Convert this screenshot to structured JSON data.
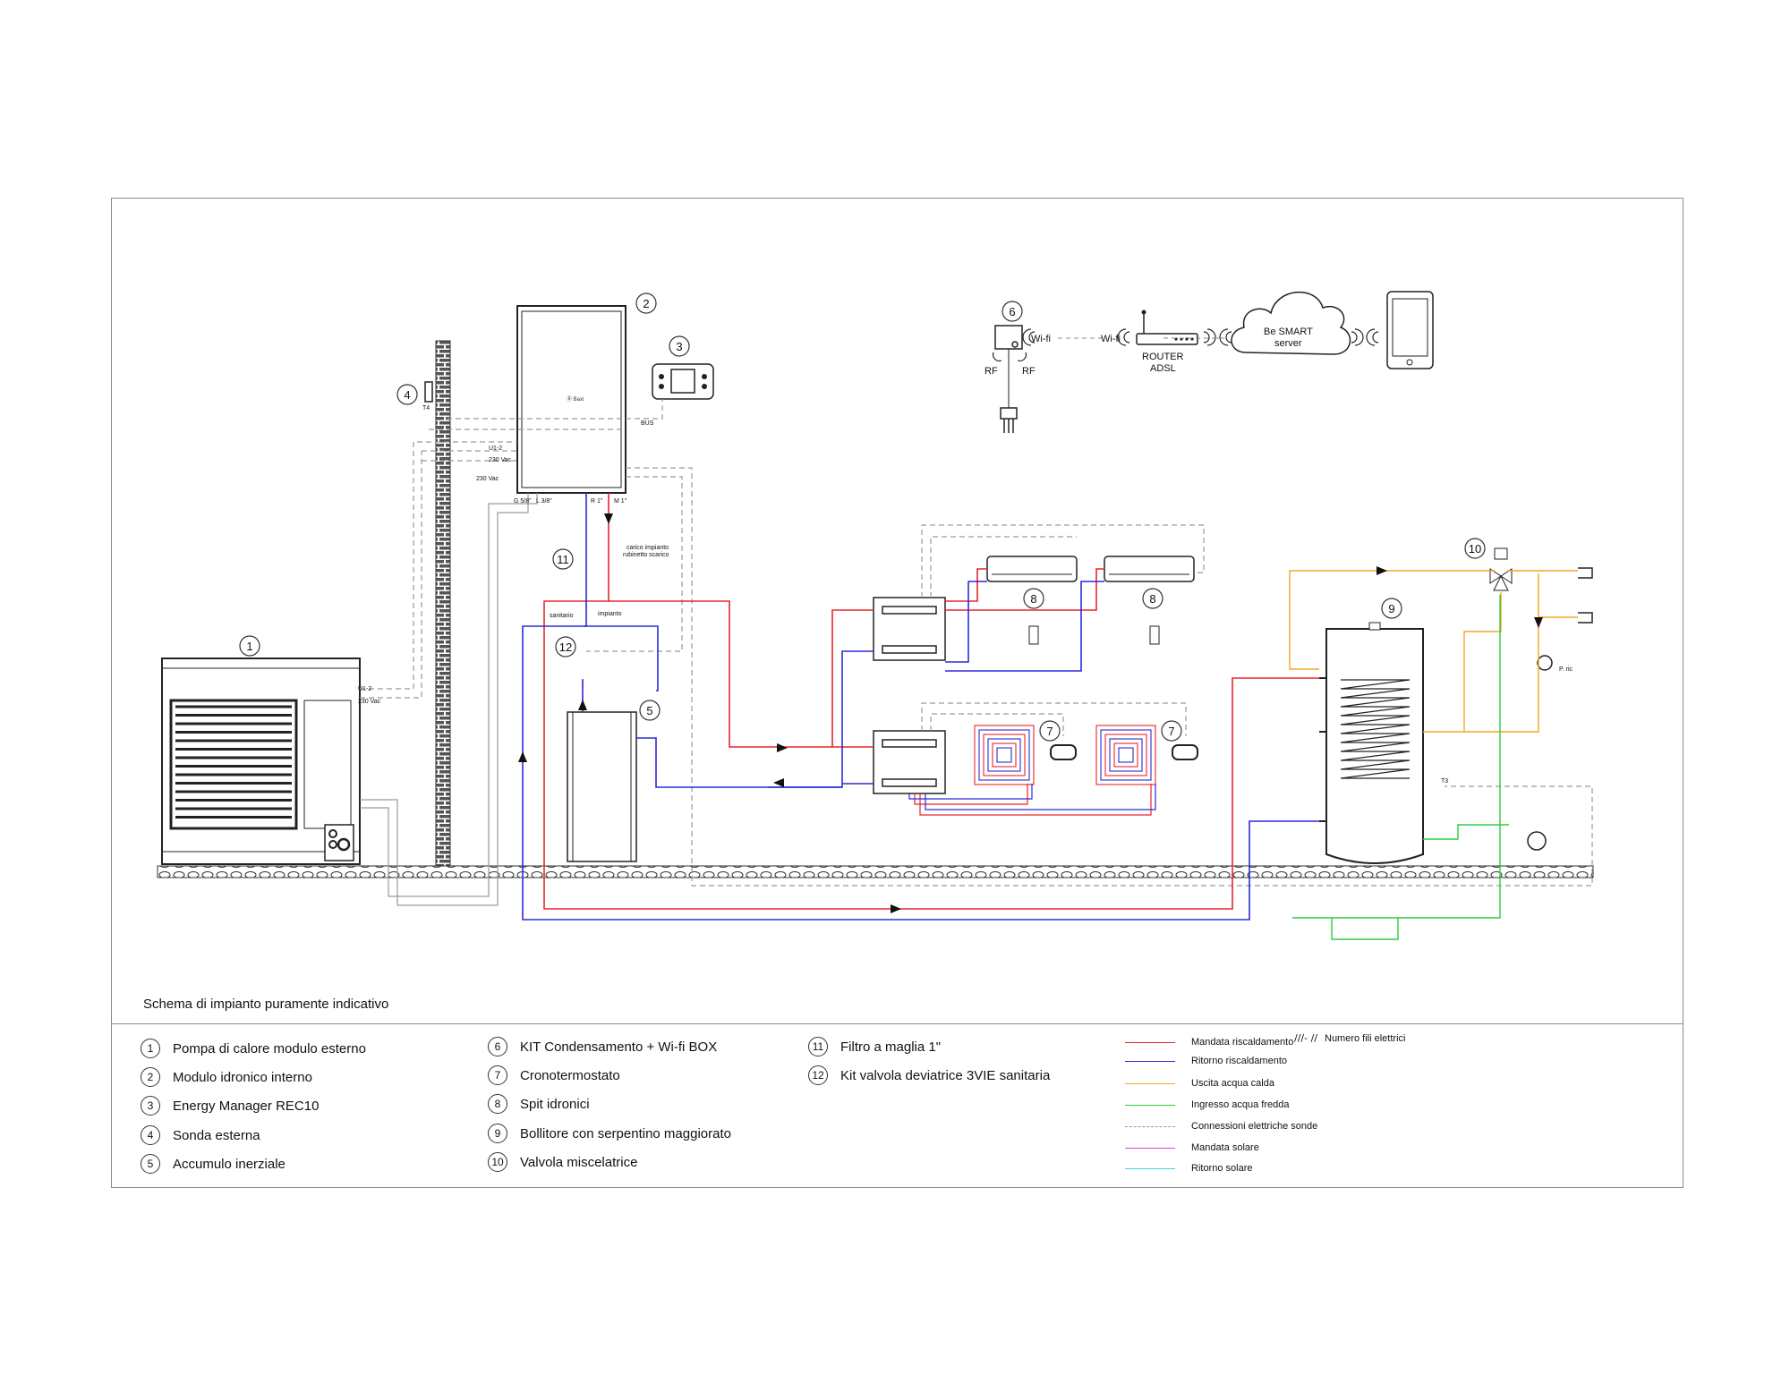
{
  "diagram": {
    "note": "Schema di impianto puramente indicativo",
    "labels": {
      "u12_top": "U1-2",
      "v230_top_a": "230 Vac",
      "v230_top_b": "230 Vac",
      "u12_unit": "U1-2",
      "v230_unit": "230 Vac",
      "t4": "T4",
      "bus": "BUS",
      "g58": "G 5/8\"",
      "l38": "L 3/8\"",
      "r1": "R 1\"",
      "m1": "M 1\"",
      "carico": "carico impianto",
      "rubinetto": "rubinetto scarico",
      "sanitario": "sanitario",
      "impianto": "impianto",
      "wifi_a": "Wi-fi",
      "wifi_b": "Wi-fi",
      "rf_a": "RF",
      "rf_b": "RF",
      "router1": "ROUTER",
      "router2": "ADSL",
      "server1": "Be SMART",
      "server2": "server",
      "pric": "P. ric",
      "t3": "T3"
    },
    "callouts": [
      "1",
      "2",
      "3",
      "4",
      "5",
      "6",
      "7",
      "7",
      "8",
      "8",
      "9",
      "10",
      "11",
      "12"
    ],
    "colors": {
      "mandata": "#e8262b",
      "ritorno": "#2b2bd6",
      "calda": "#f5a623",
      "fredda": "#2ecc40",
      "sonde": "#9a9a9a",
      "mandata_solare": "#e23fe0",
      "ritorno_solare": "#3fd3e8"
    }
  },
  "legend": {
    "components": [
      {
        "num": "1",
        "label": "Pompa di calore modulo esterno"
      },
      {
        "num": "2",
        "label": "Modulo idronico interno"
      },
      {
        "num": "3",
        "label": "Energy Manager REC10"
      },
      {
        "num": "4",
        "label": "Sonda esterna"
      },
      {
        "num": "5",
        "label": "Accumulo inerziale"
      },
      {
        "num": "6",
        "label": "KIT Condensamento + Wi-fi BOX"
      },
      {
        "num": "7",
        "label": "Cronotermostato"
      },
      {
        "num": "8",
        "label": "Spit idronici"
      },
      {
        "num": "9",
        "label": "Bollitore con serpentino maggiorato"
      },
      {
        "num": "10",
        "label": "Valvola miscelatrice"
      },
      {
        "num": "11",
        "label": "Filtro a maglia 1\""
      },
      {
        "num": "12",
        "label": "Kit valvola deviatrice 3VIE sanitaria"
      }
    ],
    "lines": [
      {
        "label": "Mandata riscaldamento",
        "color": "#e8262b",
        "style": "solid"
      },
      {
        "label": "Ritorno riscaldamento",
        "color": "#2b2bd6",
        "style": "solid"
      },
      {
        "label": "Uscita acqua calda",
        "color": "#f5a623",
        "style": "solid"
      },
      {
        "label": "Ingresso acqua fredda",
        "color": "#2ecc40",
        "style": "solid"
      },
      {
        "label": "Connessioni elettriche sonde",
        "color": "#9a9a9a",
        "style": "dashed"
      },
      {
        "label": "Mandata solare",
        "color": "#e23fe0",
        "style": "solid"
      },
      {
        "label": "Ritorno solare",
        "color": "#3fd3e8",
        "style": "solid"
      }
    ],
    "wires": {
      "symbol": "///- //",
      "label": "Numero fili elettrici"
    }
  }
}
